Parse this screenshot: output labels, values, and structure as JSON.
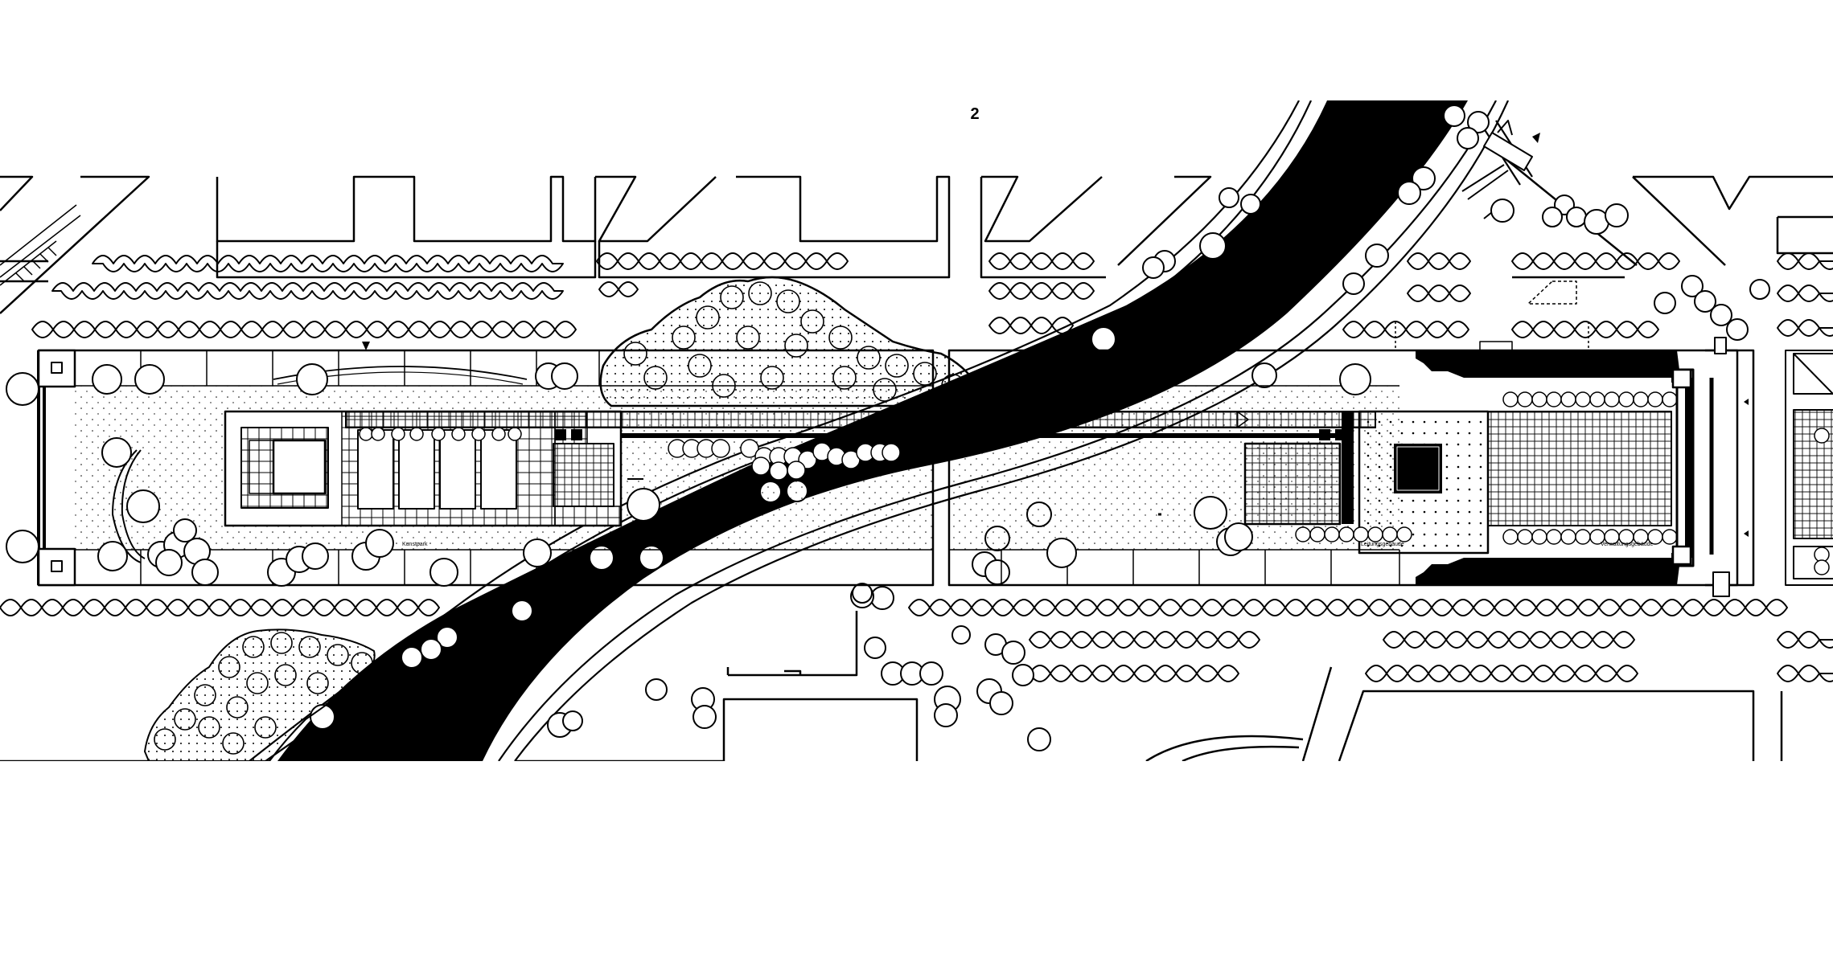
{
  "sheet_number": "2",
  "zone_labels": {
    "art_park": "Kunstpark",
    "management_building": "Leitungsgebäude",
    "administration": "Verwaltungsgebäude"
  },
  "colors": {
    "ink": "#000000",
    "paper": "#ffffff",
    "river": "#000000"
  }
}
